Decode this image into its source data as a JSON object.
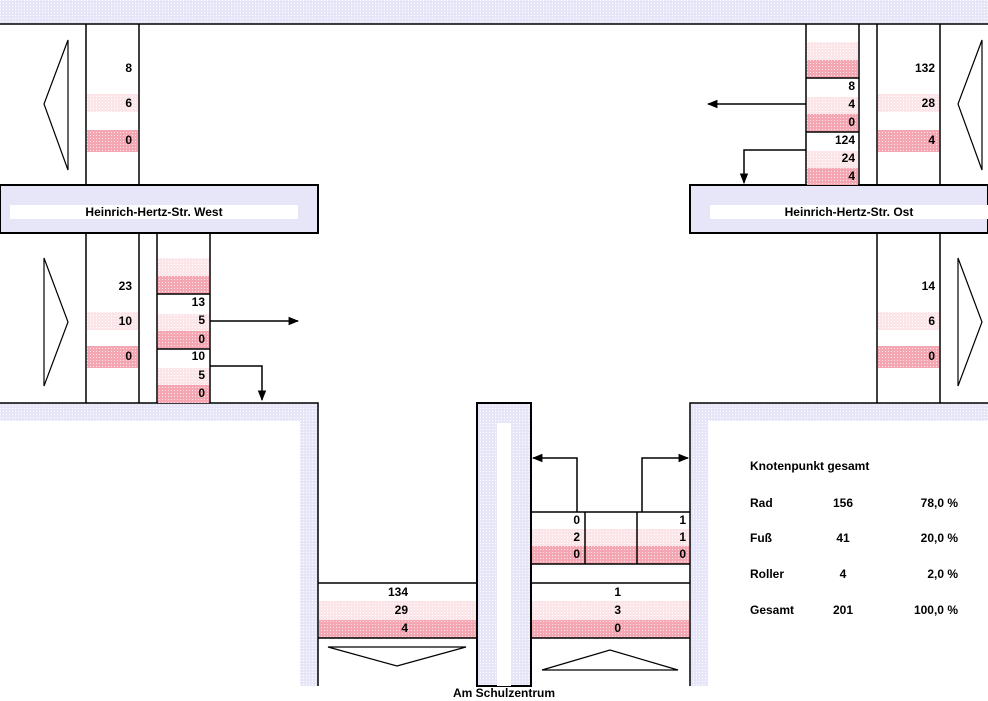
{
  "colors": {
    "road_fill": "#e6e6f8",
    "light_band": "#fbe5e8",
    "dark_band": "#f4a7b2",
    "line": "#000000"
  },
  "streets": {
    "west": "Heinrich-Hertz-Str. West",
    "east": "Heinrich-Hertz-Str. Ost",
    "south": "Am Schulzentrum"
  },
  "west_arm": {
    "in_totals": [
      "8",
      "6",
      "0"
    ],
    "out_totals": [
      "23",
      "10",
      "0"
    ],
    "right_turn": [
      "13",
      "5",
      "0"
    ],
    "straight": [
      "10",
      "5",
      "0"
    ]
  },
  "east_arm": {
    "out_totals": [
      "132",
      "28",
      "4"
    ],
    "in_totals": [
      "14",
      "6",
      "0"
    ],
    "straight": [
      "8",
      "4",
      "0"
    ],
    "right_turn": [
      "124",
      "24",
      "4"
    ]
  },
  "south_arm": {
    "out_totals": [
      "134",
      "29",
      "4"
    ],
    "in_totals": [
      "1",
      "3",
      "0"
    ],
    "left_turn": [
      "0",
      "2",
      "0"
    ],
    "right_turn": [
      "1",
      "1",
      "0"
    ]
  },
  "summary": {
    "title": "Knotenpunkt gesamt",
    "rows": [
      {
        "label": "Rad",
        "count": "156",
        "percent": "78,0 %"
      },
      {
        "label": "Fuß",
        "count": "41",
        "percent": "20,0 %"
      },
      {
        "label": "Roller",
        "count": "4",
        "percent": "2,0 %"
      },
      {
        "label": "Gesamt",
        "count": "201",
        "percent": "100,0 %"
      }
    ]
  }
}
